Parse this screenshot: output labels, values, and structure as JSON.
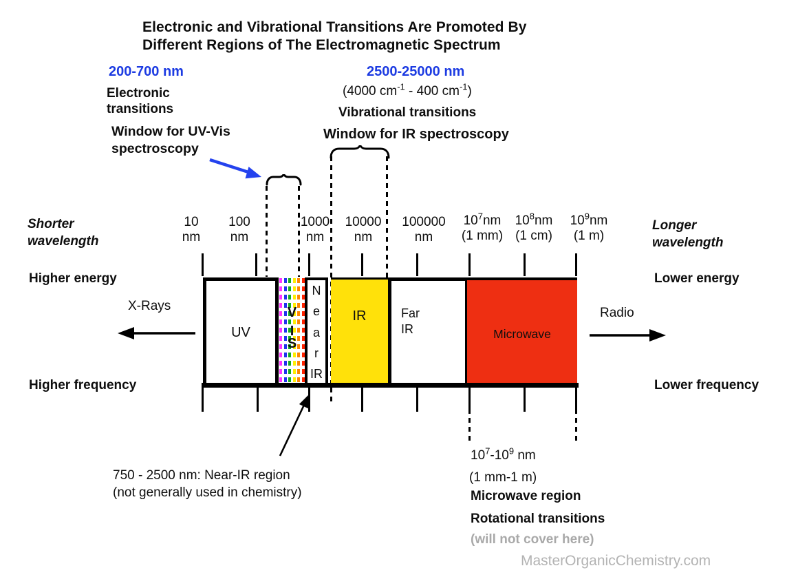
{
  "colors": {
    "accent_blue": "#1c3be2",
    "arrow_blue": "#2442ee",
    "yellow": "#ffe10a",
    "red": "#ee2f12",
    "gray_note": "#a9a9a9",
    "watermark_gray": "#b3b3b3"
  },
  "title": {
    "line1": "Electronic and Vibrational Transitions Are Promoted By",
    "line2": "Different Regions of The Electromagnetic Spectrum"
  },
  "uv_vis_window": {
    "range": "200-700 nm",
    "transition": "Electronic\ntransitions",
    "window": "Window for UV-Vis\nspectroscopy"
  },
  "ir_window": {
    "range": "2500-25000 nm",
    "wavenumber": {
      "p1": "(4000 cm",
      "s1": "-1",
      "p2": " - 400 cm",
      "s2": "-1",
      "p3": ")"
    },
    "transition": "Vibrational transitions",
    "window": "Window for IR spectroscopy"
  },
  "axis_labels": {
    "shorter": "Shorter\nwavelength",
    "longer": "Longer\nwavelength",
    "higher_energy": "Higher energy",
    "lower_energy": "Lower energy",
    "higher_frequency": "Higher frequency",
    "lower_frequency": "Lower frequency"
  },
  "scale": {
    "labels": [
      {
        "value": "10",
        "unit": "nm"
      },
      {
        "value": "100",
        "unit": "nm"
      },
      {
        "value": "1000",
        "unit": "nm"
      },
      {
        "value": "10000",
        "unit": "nm"
      },
      {
        "value": "100000",
        "unit": "nm"
      },
      {
        "base": "10",
        "sup": "7",
        "after": "nm",
        "unit": "(1 mm)"
      },
      {
        "base": "10",
        "sup": "8",
        "after": "nm",
        "unit": "(1 cm)"
      },
      {
        "base": "10",
        "sup": "9",
        "after": "nm",
        "unit": "(1 m)"
      }
    ]
  },
  "spectrum": {
    "uv_label": "UV",
    "vis_letters": [
      "V",
      "I",
      "S"
    ],
    "vis_colors": [
      "#ff33ff",
      "#2233ee",
      "#11aa22",
      "#ffee00",
      "#ff8800",
      "#ff2200"
    ],
    "near_ir_letters": [
      "N",
      "e",
      "a",
      "r"
    ],
    "near_ir_bottom": "IR",
    "ir_label": "IR",
    "far_ir": "Far\nIR",
    "microwave_label": "Microwave",
    "xrays_label": "X-Rays",
    "radio_label": "Radio"
  },
  "annotations": {
    "near_ir_note": "750 - 2500 nm: Near-IR region\n(not generally used in chemistry)",
    "microwave": {
      "range": {
        "p1": "10",
        "s1": "7",
        "p2": "-10",
        "s2": "9",
        "p3": " nm"
      },
      "range2": "(1 mm-1 m)",
      "line1": "Microwave region",
      "line2": "Rotational transitions",
      "line3": "(will not cover here)"
    },
    "watermark": "MasterOrganicChemistry.com"
  }
}
